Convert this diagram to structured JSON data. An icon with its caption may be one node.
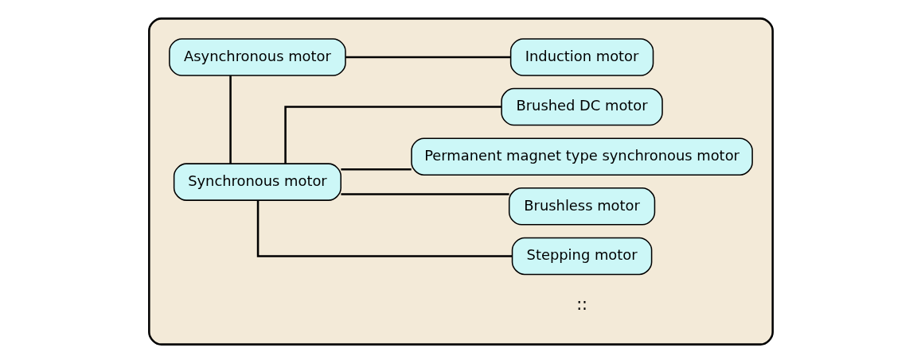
{
  "diagram": {
    "nodes": [
      {
        "text": [],
        "shape": "box"
      },
      {
        "text": [
          "Asynchronous motor"
        ],
        "in": 0
      },
      {
        "text": [
          "Synchronous motor"
        ],
        "in": 0
      },
      {
        "text": [
          "Induction motor"
        ],
        "in": 0
      },
      {
        "text": [
          "Brushed DC motor"
        ],
        "in": 0
      },
      {
        "text": [
          "Permanent magnet type synchronous motor"
        ],
        "in": 0
      },
      {
        "text": [
          "Brushless motor"
        ],
        "in": 0
      },
      {
        "text": [
          "Stepping motor"
        ],
        "in": 0
      }
    ],
    "edges": [
      {
        "from": 1,
        "to": 2,
        "arrow": "none"
      },
      {
        "from": 1,
        "to": 3,
        "arrow": "none"
      },
      {
        "from": 2,
        "to": 4,
        "arrow": "none"
      },
      {
        "from": 2,
        "to": 5,
        "arrow": "none"
      },
      {
        "from": 2,
        "to": 6,
        "arrow": "none"
      },
      {
        "from": 2,
        "to": 7,
        "arrow": "none"
      }
    ],
    "labels": [
      "::"
    ]
  }
}
